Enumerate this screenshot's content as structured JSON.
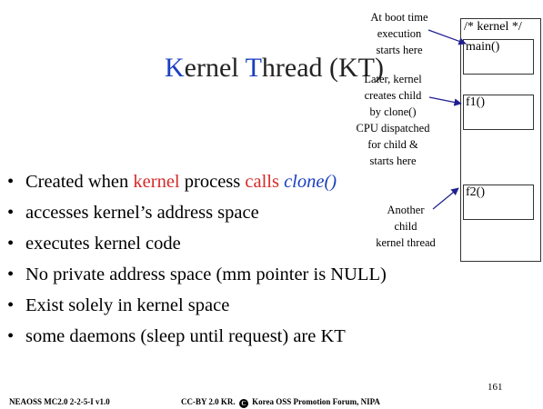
{
  "title": {
    "k_cap": "K",
    "k_rest": "ernel ",
    "t_cap": "T",
    "t_rest": "hread (KT)"
  },
  "kernel_region": {
    "label": "/* kernel */",
    "functions": [
      "main()",
      "f1()",
      "f2()"
    ]
  },
  "annotations": {
    "boot": [
      "At boot time",
      "execution",
      "starts here"
    ],
    "child": [
      "Later, kernel",
      "creates child",
      "by clone()",
      "CPU dispatched",
      "for child &",
      "starts here"
    ],
    "another": [
      "Another",
      "child",
      "kernel thread"
    ]
  },
  "bullets": {
    "b1": {
      "pre": "Created when ",
      "kernel": "kernel",
      "mid": " process ",
      "calls": "calls",
      "space": " ",
      "clone": "clone()"
    },
    "b2": "accesses kernel’s address space",
    "b3": "executes kernel code",
    "b4": "No private address space (mm pointer is NULL)",
    "b5": "Exist solely in kernel space",
    "b6": "some daemons (sleep until request) are KT"
  },
  "footer": {
    "left": "NEAOSS MC2.0 2-2-5-I v1.0",
    "license": "CC-BY 2.0 KR.",
    "copyright_symbol": "C",
    "org": "Korea OSS Promotion Forum, NIPA",
    "page_number": "161"
  },
  "colors": {
    "title_accent": "#1a3fc0",
    "highlight_red": "#d62a2a",
    "arrow": "#1f1f8f"
  }
}
